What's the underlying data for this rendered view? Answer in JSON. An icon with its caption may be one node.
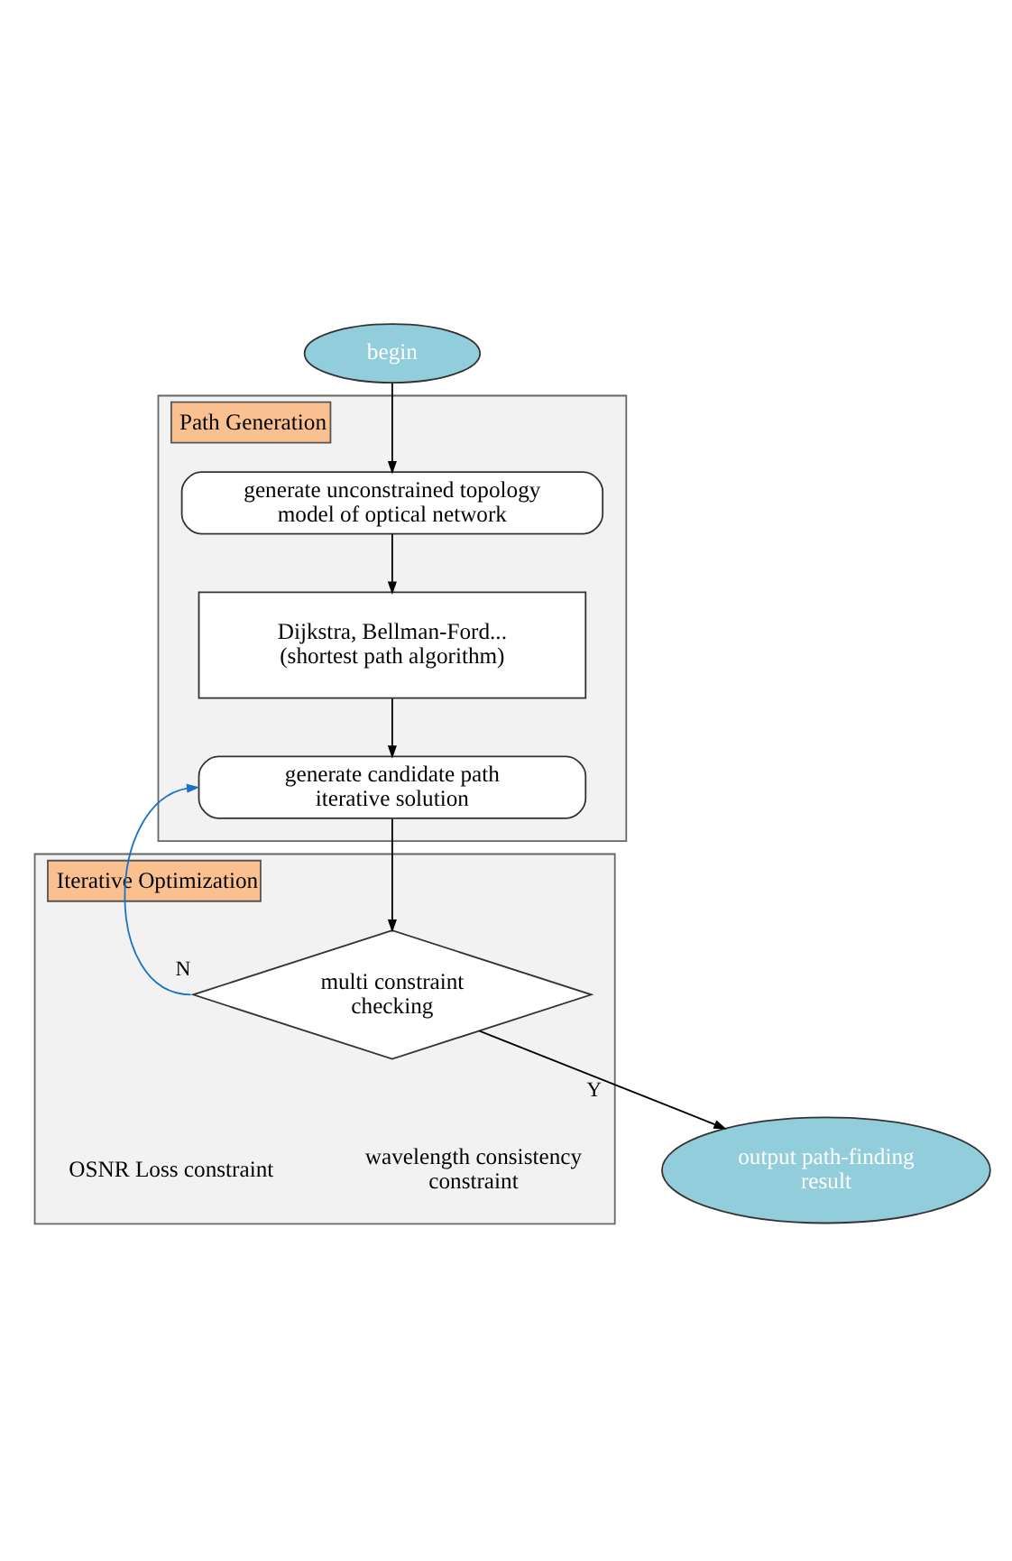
{
  "diagram": {
    "nodes": [
      {
        "text": [
          "begin"
        ]
      },
      {
        "text": [
          "Path Generation"
        ]
      },
      {
        "text": [
          "generate unconstrained topology model of optical network"
        ],
        "in": 1
      },
      {
        "text": [
          "Dijkstra, Bellman-Ford... (shortest path algorithm)"
        ],
        "in": 1
      },
      {
        "text": [
          "generate candidate path iterative solution"
        ],
        "in": 1
      },
      {
        "text": [
          "Iterative Optimization"
        ]
      },
      {
        "text": [
          "multi constraint checking"
        ],
        "in": 5
      },
      {
        "text": [
          "output path-finding result"
        ]
      }
    ],
    "edges": [
      {
        "from": 0,
        "to": 2,
        "arrow": "to"
      },
      {
        "from": 2,
        "to": 3,
        "arrow": "to"
      },
      {
        "from": 3,
        "to": 4,
        "arrow": "to"
      },
      {
        "from": 4,
        "to": 6,
        "arrow": "to"
      },
      {
        "from": 6,
        "to": 4,
        "arrow": "to",
        "label": "N",
        "color": "#1a73c4"
      },
      {
        "from": 6,
        "to": 7,
        "arrow": "to",
        "label": "Y"
      }
    ],
    "labels": [
      "OSNR Loss constraint",
      "wavelength consistency constraint"
    ]
  }
}
